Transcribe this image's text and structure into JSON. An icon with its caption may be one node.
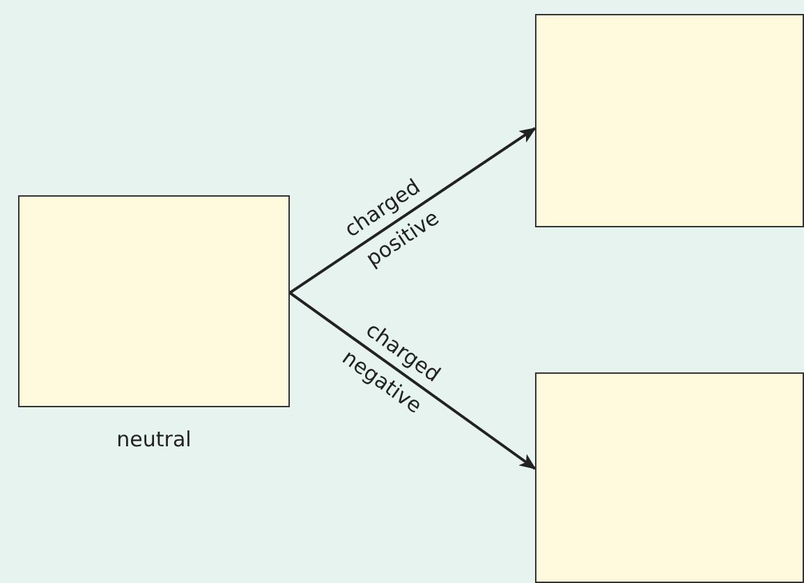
{
  "diagram": {
    "nodes": [
      {
        "text": [
          "neutral"
        ]
      },
      {
        "text": [],
        "shape": "box"
      },
      {
        "text": [],
        "shape": "box"
      }
    ],
    "edges": [
      {
        "from": 0,
        "to": 1,
        "arrow": "to",
        "label": "charged positive"
      },
      {
        "from": 0,
        "to": 2,
        "arrow": "to",
        "label": "charged negative"
      }
    ]
  }
}
